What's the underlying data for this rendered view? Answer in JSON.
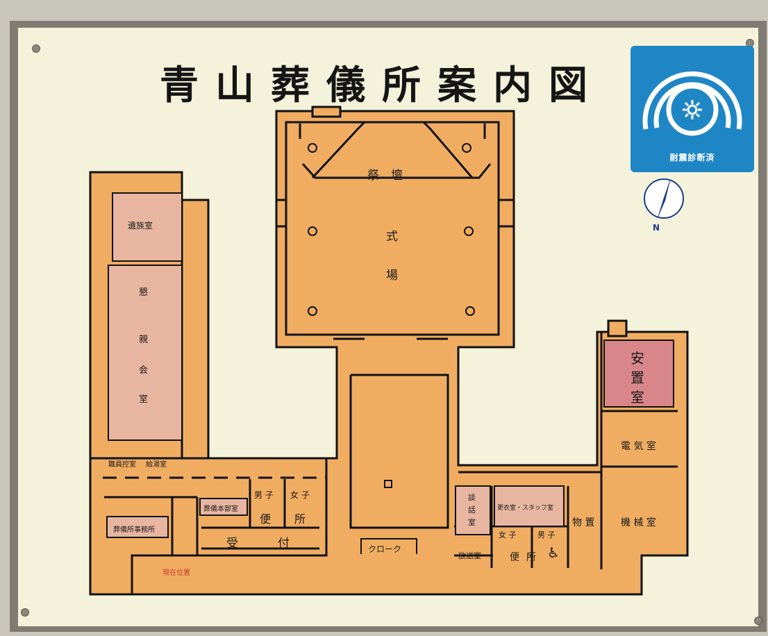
{
  "title": "青山葬儀所案内図",
  "badge": {
    "label": "耐震診断済",
    "icon": "sun-icon"
  },
  "compass": {
    "north_label": "N",
    "icon": "compass-icon"
  },
  "colors": {
    "floor": "#f0ad62",
    "wall": "#111111",
    "room_pink": "#e8b6a0",
    "board": "#f4f2da",
    "badge": "#1f86c6"
  },
  "rooms": {
    "saidan": "祭　壇",
    "shiki": "式",
    "ba": "場",
    "izoku": "遺族室",
    "kon1": "懇",
    "kon2": "親",
    "kon3": "会",
    "kon4": "室",
    "shokuin": "職員控室",
    "kyuto": "給湯室",
    "honbu": "葬儀本部室",
    "jimusho": "葬儀所事務所",
    "danshi_l": "男 子",
    "joshi_l": "女 子",
    "benjo_l1": "便",
    "benjo_l2": "所",
    "uketsuke1": "受",
    "uketsuke2": "付",
    "genzai": "現在位置",
    "cloak": "クローク",
    "anchi1": "安",
    "anchi2": "置",
    "anchi3": "室",
    "denki": "電 気 室",
    "kikai": "機 械 室",
    "monooki": "物 置",
    "danwa1": "談",
    "danwa2": "話",
    "danwa3": "室",
    "kouishitsu": "更衣室・スタッフ室",
    "joshi_r": "女 子",
    "danshi_r": "男 子",
    "benjo_r1": "便",
    "benjo_r2": "所",
    "housou": "放送室",
    "wheelchair": "♿"
  }
}
